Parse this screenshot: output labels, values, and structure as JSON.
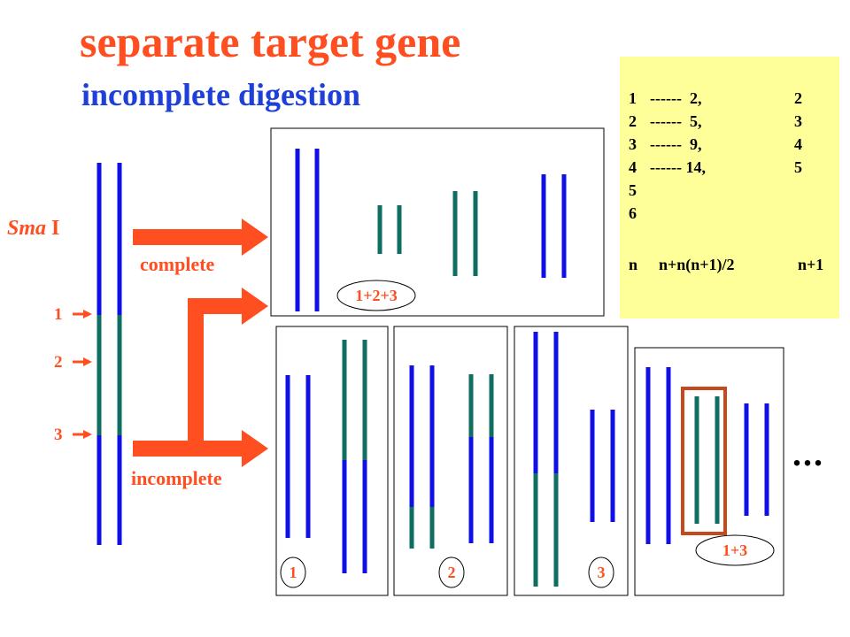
{
  "title": "separate  target gene",
  "subtitle": "incomplete digestion",
  "enzyme": {
    "name": "Sma",
    "suffix": " I"
  },
  "labels": {
    "complete": "complete",
    "incomplete": "incomplete"
  },
  "sites": [
    "1",
    "2",
    "3"
  ],
  "panel_labels": {
    "complete": "1+2+3",
    "lane1": "1",
    "lane2": "2",
    "lane3": "3",
    "lane13": "1+3"
  },
  "ellipsis": "...",
  "table": {
    "rows": [
      [
        "1",
        "------  2,",
        "2"
      ],
      [
        "2",
        "------  5,",
        "3"
      ],
      [
        "3",
        "------  9,",
        "4"
      ],
      [
        "4",
        "------ 14,",
        "5"
      ],
      [
        "5",
        "",
        ""
      ],
      [
        "6",
        "",
        ""
      ],
      [
        "n",
        "n+n(n+1)/2",
        "n+1"
      ]
    ]
  },
  "colors": {
    "blue": "#1010e6",
    "teal": "#0f6e62",
    "orange": "#ff4e1f",
    "yellow": "#ffff99",
    "box_outline": "#c8481e"
  }
}
